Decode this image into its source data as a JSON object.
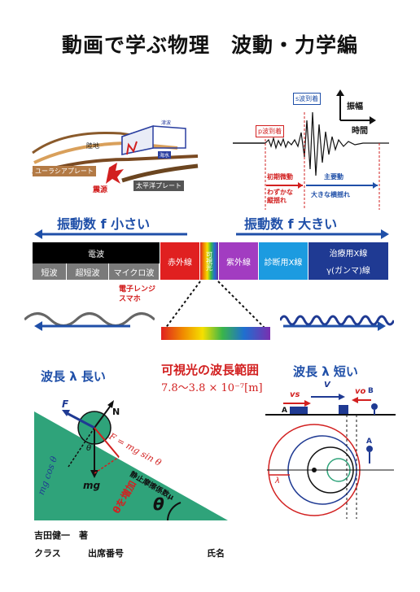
{
  "title": "動画で学ぶ物理　波動・力学編",
  "tsunami": {
    "tsunami_tag": "津波",
    "land": "陸地",
    "ocean": "海水",
    "eurasian": "ユーラシアプレート",
    "epicenter": "震源",
    "pacific": "太平洋プレート"
  },
  "seismo": {
    "s_wave": "s波到着",
    "p_wave": "p波到着",
    "amplitude": "振幅",
    "time": "時間",
    "initial": "初期微動",
    "main": "主要動",
    "small_shake": "わずかな\n縦揺れ",
    "big_shake": "大きな横揺れ"
  },
  "spectrum": {
    "freq_small": "振動数 f 小さい",
    "freq_large": "振動数 f 大きい",
    "radio": "電波",
    "short": "短波",
    "ultrashort": "超短波",
    "microwave": "マイクロ波",
    "infrared": "赤外線",
    "visible": "可視光",
    "uv": "紫外線",
    "xray_diag": "診断用X線",
    "xray_treat": "治療用X線",
    "gamma": "γ(ガンマ)線",
    "microwave_note": "電子レンジ\nスマホ",
    "visible_range_title": "可視光の波長範囲",
    "visible_range_value": "7.8～3.8 × 10⁻⁷[m]",
    "wl_long": "波長 λ 長い",
    "wl_short": "波長 λ 短い"
  },
  "incline": {
    "F": "F",
    "N": "N",
    "theta": "θ",
    "force_eq": "F = mg sin θ",
    "mgcos": "mg cos θ",
    "mg": "mg",
    "increase": "θを増加",
    "friction": "静止摩擦係数μ",
    "theta_big": "θ"
  },
  "doppler": {
    "v": "V",
    "vs": "vs",
    "vo": "vo",
    "A": "A",
    "B": "B",
    "lambda": "λ"
  },
  "footer": {
    "author": "吉田健一　著",
    "class": "クラス",
    "seat": "出席番号",
    "name": "氏名"
  },
  "colors": {
    "accent": "#1f4fa8",
    "red": "#d22020",
    "green": "#2fa37a"
  }
}
